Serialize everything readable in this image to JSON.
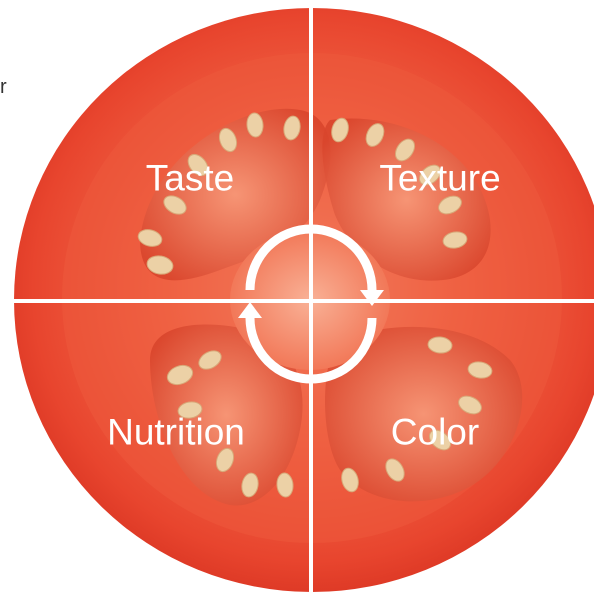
{
  "stray_text": "r",
  "quadrants": {
    "top_left": "Taste",
    "top_right": "Texture",
    "bottom_left": "Nutrition",
    "bottom_right": "Color"
  },
  "center_icon": "cycle-arrows-icon",
  "colors": {
    "flesh_outer": "#e8452e",
    "flesh_inner": "#f26a4a",
    "gel": "#f58a68",
    "seed": "#e9c89a",
    "divider": "#ffffff",
    "label": "#ffffff"
  }
}
